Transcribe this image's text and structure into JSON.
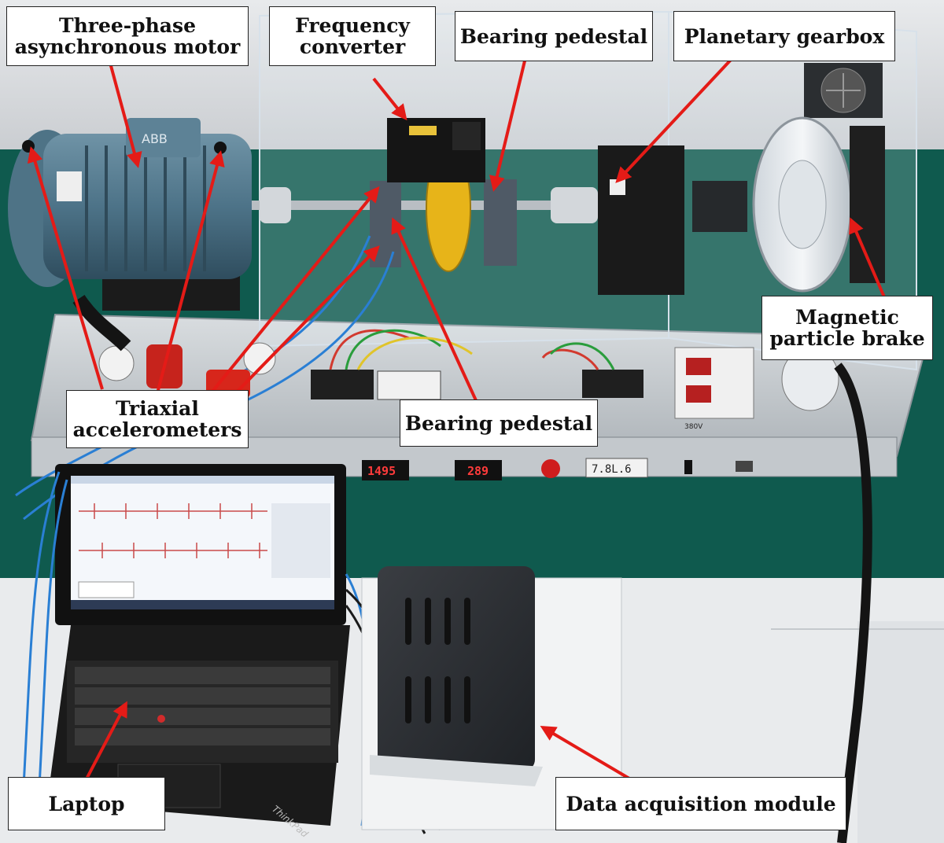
{
  "figure": {
    "labels": {
      "motor": [
        "Three-phase",
        "asynchronous motor"
      ],
      "converter": [
        "Frequency",
        "converter"
      ],
      "bearing_top": [
        "Bearing pedestal"
      ],
      "gearbox": [
        "Planetary gearbox"
      ],
      "brake": [
        "Magnetic",
        "particle brake"
      ],
      "accelerometers": [
        "Triaxial",
        "accelerometers"
      ],
      "bearing_bottom": [
        "Bearing pedestal"
      ],
      "laptop": [
        "Laptop"
      ],
      "daq": [
        "Data acquisition module"
      ]
    },
    "displays": {
      "speed": "1495",
      "torque": "289",
      "counter": "7.8L.6"
    },
    "panel_marks": {
      "voltage": "380V",
      "laptop_brand": "ThinkPad",
      "motor_brand": "ABB"
    },
    "colors": {
      "arrow": "#e41b17",
      "table": "#0f5a4e",
      "label_border": "#222222"
    }
  }
}
